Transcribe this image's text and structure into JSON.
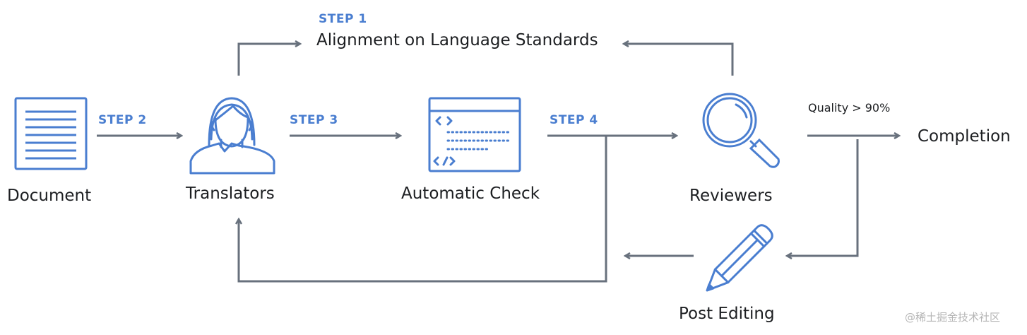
{
  "steps": {
    "step1": "STEP 1",
    "step2": "STEP 2",
    "step3": "STEP 3",
    "step4": "STEP 4"
  },
  "labels": {
    "alignment": "Alignment on Language Standards",
    "document": "Document",
    "translators": "Translators",
    "automatic_check": "Automatic Check",
    "reviewers": "Reviewers",
    "completion": "Completion",
    "post_editing": "Post Editing",
    "quality": "Quality > 90%"
  },
  "icons": {
    "document": "document-icon",
    "translator": "person-icon",
    "automatic_check": "code-window-icon",
    "reviewers": "magnifier-icon",
    "post_editing": "pencil-icon"
  },
  "watermark": "@稀土掘金技术社区",
  "colors": {
    "icon_blue": "#4a7ed0",
    "arrow_gray": "#68717d",
    "step_blue": "#4a7ed0",
    "text": "#1c1e21"
  }
}
